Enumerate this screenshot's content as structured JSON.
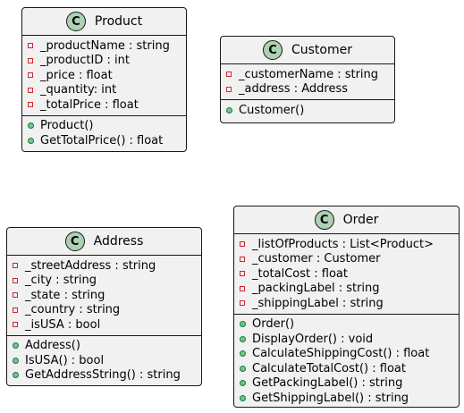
{
  "classes": [
    {
      "name": "Product",
      "icon": "C",
      "attributes": [
        "_productName : string",
        "_productID : int",
        "_price : float",
        "_quantity: int",
        "_totalPrice : float"
      ],
      "methods": [
        "Product()",
        "GetTotalPrice() : float"
      ]
    },
    {
      "name": "Customer",
      "icon": "C",
      "attributes": [
        "_customerName : string",
        "_address : Address"
      ],
      "methods": [
        "Customer()"
      ]
    },
    {
      "name": "Address",
      "icon": "C",
      "attributes": [
        "_streetAddress : string",
        "_city : string",
        "_state : string",
        "_country : string",
        "_isUSA : bool"
      ],
      "methods": [
        "Address()",
        "IsUSA() : bool",
        "GetAddressString() : string"
      ]
    },
    {
      "name": "Order",
      "icon": "C",
      "attributes": [
        "_listOfProducts : List<Product>",
        "_customer : Customer",
        "_totalCost : float",
        "_packingLabel : string",
        "_shippingLabel : string"
      ],
      "methods": [
        "Order()",
        "DisplayOrder() : void",
        "CalculateShippingCost() : float",
        "CalculateTotalCost() : float",
        "GetPackingLabel() : string",
        "GetShippingLabel() : string"
      ]
    }
  ],
  "colors": {
    "box_fill": "#f1f1f1",
    "border": "#181818",
    "class_icon": "#add1b2",
    "private_marker": "#c82930",
    "public_marker": "#84be84"
  }
}
